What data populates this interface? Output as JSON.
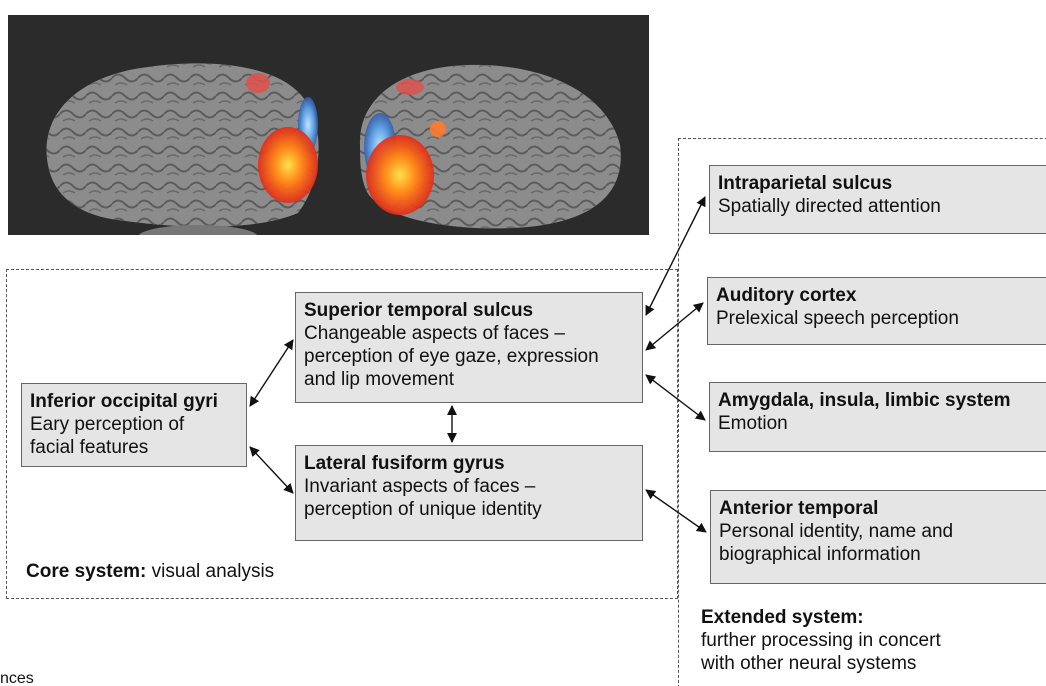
{
  "nodes": {
    "inferior_occipital": {
      "title": "Inferior occipital gyri",
      "desc": "Eary perception of\nfacial features"
    },
    "superior_temporal": {
      "title": "Superior temporal sulcus",
      "desc": "Changeable aspects of faces –\nperception of eye gaze, expression\nand lip movement"
    },
    "lateral_fusiform": {
      "title": "Lateral fusiform gyrus",
      "desc": "Invariant aspects of faces –\nperception of unique identity"
    },
    "intraparietal": {
      "title": "Intraparietal sulcus",
      "desc": "Spatially directed attention"
    },
    "auditory": {
      "title": "Auditory cortex",
      "desc": "Prelexical speech perception"
    },
    "amygdala": {
      "title": "Amygdala, insula, limbic system",
      "desc": "Emotion"
    },
    "anterior_temporal": {
      "title": "Anterior temporal",
      "desc": "Personal identity, name and\nbiographical information"
    }
  },
  "core_system": {
    "title": "Core system:",
    "desc": "visual analysis"
  },
  "extended_system": {
    "title": "Extended system:",
    "desc": "further processing in concert\nwith other neural systems"
  },
  "footer_fragment": "nces",
  "colors": {
    "box_fill": "#e5e5e5",
    "brain_bg": "#2b2b2b",
    "activation_hot": "#ff5a1f",
    "activation_cold": "#4f8fd6"
  }
}
